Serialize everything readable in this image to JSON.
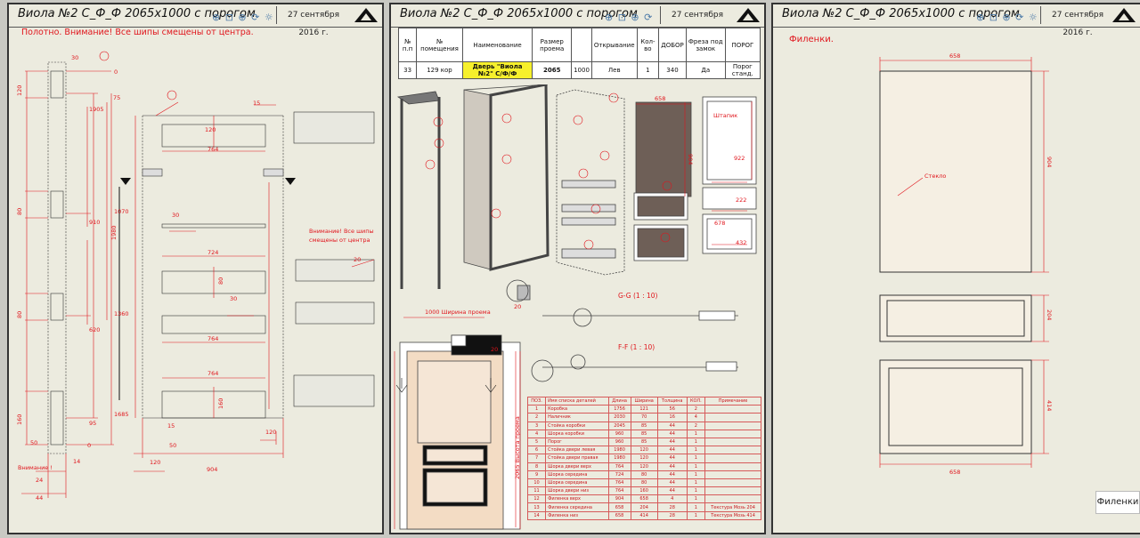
{
  "sheets": [
    {
      "title": "Виола №2 С_Ф_Ф 2065х1000 с порогом",
      "date": "27 сентября 2016 г.",
      "note": "Полотно. Внимание! Все шипы смещены от центра.",
      "side_note_1": "Внимание! Все шипы",
      "side_note_2": "смещены от центра",
      "bottom_note": "Внимание !",
      "dims": {
        "d30": "30",
        "d0a": "0",
        "d120": "120",
        "d75": "75",
        "d1905": "1905",
        "d80a": "80",
        "d910": "910",
        "d1070": "1070",
        "d1980": "1980",
        "d80b": "80",
        "d620": "620",
        "d1360": "1360",
        "d160": "160",
        "d95": "95",
        "d1685": "1685",
        "d50a": "50",
        "d0b": "0",
        "d14": "14",
        "d24": "24",
        "d44": "44",
        "d15a": "15",
        "d120b": "120",
        "d764a": "764",
        "d30b": "30",
        "d724": "724",
        "d80c": "80",
        "d30c": "30",
        "d764b": "764",
        "d764c": "764",
        "d160b": "160",
        "d15b": "15",
        "d50b": "50",
        "d120c": "120",
        "d120d": "120",
        "d904": "904",
        "d20": "20"
      }
    },
    {
      "title": "Виола №2 С_Ф_Ф 2065х1000 с порогом",
      "date": "27 сентября 2016 г.",
      "table_headers": [
        "№ п.п",
        "№ помещения",
        "Наименование",
        "Размер проема",
        "",
        "Открывание",
        "Кол-во",
        "ДОБОР",
        "Фреза под замок",
        "ПОРОГ"
      ],
      "table_row": [
        "33",
        "129 кор",
        "Дверь \"Виола №2\" С/Ф/Ф",
        "2065",
        "1000",
        "Лев",
        "1",
        "340",
        "Да",
        "Порог станд."
      ],
      "section_gg": "G-G (1 : 10)",
      "section_ff": "F-F (1 : 10)",
      "width_label": "1000 Ширина проема",
      "height_label": "2065 Высота проема",
      "dims": {
        "d20a": "20",
        "d20b": "20",
        "d658": "658",
        "d904": "904",
        "d922": "922",
        "d222": "222",
        "d678": "678",
        "d432": "432"
      },
      "label_shtapik": "Штапик",
      "parts_headers": [
        "ПОЗ.",
        "Имя списка деталей",
        "Длина",
        "Ширина",
        "Толщина",
        "КОЛ.",
        "Примечание"
      ],
      "parts_rows": [
        [
          "1",
          "Коробка",
          "1756",
          "121",
          "56",
          "2",
          ""
        ],
        [
          "2",
          "Наличник",
          "2030",
          "70",
          "16",
          "4",
          ""
        ],
        [
          "3",
          "Стойка коробки",
          "2045",
          "85",
          "44",
          "2",
          ""
        ],
        [
          "4",
          "Шорка коробки",
          "960",
          "85",
          "44",
          "1",
          ""
        ],
        [
          "5",
          "Порог",
          "960",
          "85",
          "44",
          "1",
          ""
        ],
        [
          "6",
          "Стойка двери левая",
          "1980",
          "120",
          "44",
          "1",
          ""
        ],
        [
          "7",
          "Стойка двери правая",
          "1980",
          "120",
          "44",
          "1",
          ""
        ],
        [
          "8",
          "Шорка двери верх",
          "764",
          "120",
          "44",
          "1",
          ""
        ],
        [
          "9",
          "Шорка середина",
          "724",
          "80",
          "44",
          "1",
          ""
        ],
        [
          "10",
          "Шорка середина",
          "764",
          "80",
          "44",
          "1",
          ""
        ],
        [
          "11",
          "Шорка двери низ",
          "764",
          "160",
          "44",
          "1",
          ""
        ],
        [
          "12",
          "Филенка верх",
          "904",
          "658",
          "4",
          "1",
          ""
        ],
        [
          "13",
          "Филенка середина",
          "658",
          "204",
          "28",
          "1",
          "Текстура Мозь 204"
        ],
        [
          "14",
          "Филенка низ",
          "658",
          "414",
          "28",
          "1",
          "Текстура Мозь 414"
        ]
      ]
    },
    {
      "title": "Виола №2 С_Ф_Ф 2065х1000 с порогом",
      "date": "27 сентября 2016 г.",
      "note": "Филенки.",
      "glass_label": "Стекло",
      "dims": {
        "d658a": "658",
        "d904": "904",
        "d204": "204",
        "d414": "414",
        "d658b": "658"
      }
    }
  ],
  "tooltip": "Филенки",
  "colors": {
    "sheet": "#ecebdf",
    "red": "#e0151c",
    "frame": "#333333",
    "panel_fill": "#f5efe3",
    "door_fill": "#f3dcc4"
  }
}
